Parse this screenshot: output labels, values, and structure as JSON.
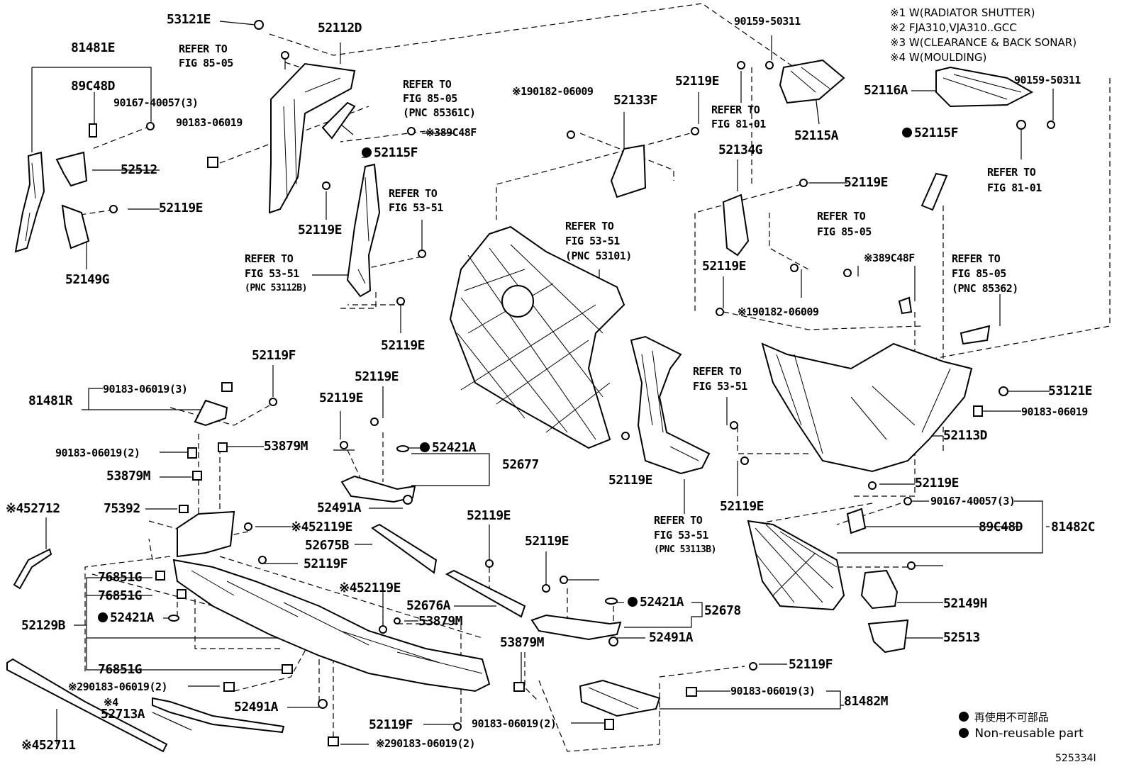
{
  "notes": [
    "※1 W(RADIATOR SHUTTER)",
    "※2 FJA310,VJA310..GCC",
    "※3 W(CLEARANCE & BACK SONAR)",
    "※4 W(MOULDING)"
  ],
  "legend": {
    "jp": "再使用不可部品",
    "en": "Non-reusable part"
  },
  "illustration_id": "525334I",
  "labels": {
    "l1": "53121E",
    "l2": "52112D",
    "l3": "81481E",
    "l4": "REFER TO",
    "l5": "FIG 85-05",
    "l6": "89C48D",
    "l7": "90167-40057(3)",
    "l8": "90183-06019",
    "l9": "REFER TO",
    "l10": "FIG 85-05",
    "l11": "(PNC 85361C)",
    "l12": "※389C48F",
    "l13": "52512",
    "l14": "52115F",
    "l15": "52119E",
    "l16": "REFER TO",
    "l17": "FIG 53-51",
    "l18": "52119E",
    "l19": "REFER TO",
    "l20": "FIG 53-51",
    "l21": "(PNC 53112B)",
    "l22": "52149G",
    "l23": "52119E",
    "l24": "90159-50311",
    "l25": "※190182-06009",
    "l26": "52119E",
    "l27": "52133F",
    "l28": "REFER TO",
    "l29": "FIG 81-01",
    "l30": "52115A",
    "l31": "52116A",
    "l32": "90159-50311",
    "l33": "52134G",
    "l34": "52115F",
    "l35": "52119E",
    "l36": "REFER TO",
    "l37": "FIG 81-01",
    "l38": "REFER TO",
    "l39": "FIG 53-51",
    "l40": "(PNC 53101)",
    "l41": "REFER TO",
    "l42": "FIG 85-05",
    "l43": "52119E",
    "l44": "※389C48F",
    "l45": "REFER TO",
    "l46": "FIG 85-05",
    "l47": "(PNC 85362)",
    "l48": "※190182-06009",
    "l49": "52119F",
    "l50": "81481R",
    "l51": "90183-06019(3)",
    "l52": "52119E",
    "l53": "52119E",
    "l54": "REFER TO",
    "l55": "FIG 53-51",
    "l56": "53121E",
    "l57": "90183-06019",
    "l58": "90183-06019(2)",
    "l59": "53879M",
    "l60": "52421A",
    "l61": "52677",
    "l62": "52113D",
    "l63": "53879M",
    "l64": "52119E",
    "l65": "52119E",
    "l66": "52491A",
    "l67": "REFER TO",
    "l68": "FIG 53-51",
    "l69": "(PNC 53113B)",
    "l70": "52119E",
    "l71": "90167-40057(3)",
    "l72": "※452712",
    "l73": "75392",
    "l74": "※452119E",
    "l75": "52675B",
    "l76": "89C48D",
    "l77": "81482C",
    "l78": "52119F",
    "l79": "52119E",
    "l80": "52119E",
    "l81": "76851G",
    "l82": "76851G",
    "l83": "52129B",
    "l84": "52421A",
    "l85": "※452119E",
    "l86": "52676A",
    "l87": "52421A",
    "l88": "52678",
    "l89": "52149H",
    "l90": "53879M",
    "l91": "52491A",
    "l92": "52513",
    "l93": "53879M",
    "l94": "76851G",
    "l95": "※290183-06019(2)",
    "l96": "※4",
    "l97": "52713A",
    "l98": "52491A",
    "l99": "52119F",
    "l100": "90183-06019(3)",
    "l101": "81482M",
    "l102": "52119F",
    "l103": "90183-06019(2)",
    "l104": "※452711",
    "l105": "※290183-06019(2)"
  }
}
